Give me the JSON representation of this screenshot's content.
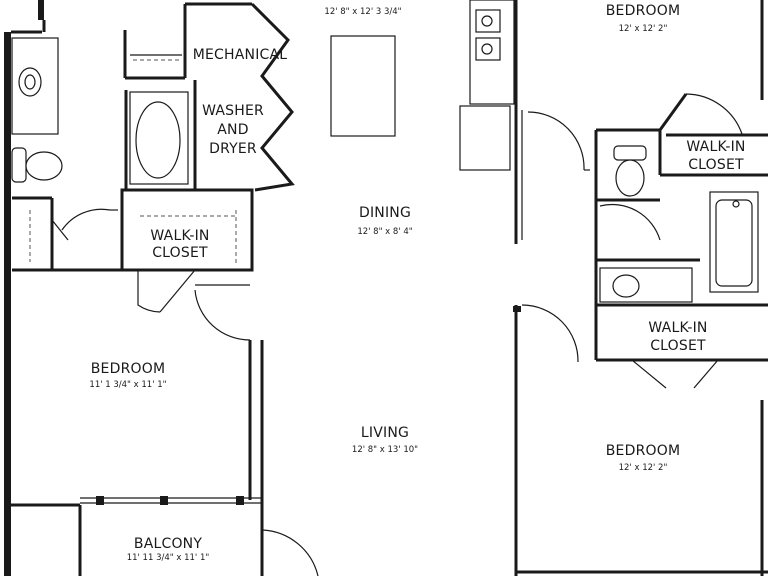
{
  "rooms": {
    "mechanical": "MECHANICAL",
    "washer_line1": "WASHER",
    "washer_line2": "AND",
    "washer_line3": "DRYER",
    "walkin_left_line1": "WALK-IN",
    "walkin_left_line2": "CLOSET",
    "dining": "DINING",
    "dining_dim": "12' 8\" x 8' 4\"",
    "kitchen_dim": "12' 8\" x 12' 3 3/4\"",
    "bedroom_left": "BEDROOM",
    "bedroom_left_dim": "11' 1 3/4\" x 11' 1\"",
    "living": "LIVING",
    "living_dim": "12' 8\" x 13' 10\"",
    "balcony": "BALCONY",
    "balcony_dim": "11' 11 3/4\" x 11' 1\"",
    "bedroom_top_right": "BEDROOM",
    "bedroom_top_right_dim": "12' x 12' 2\"",
    "walkin_right_top_line1": "WALK-IN",
    "walkin_right_top_line2": "CLOSET",
    "walkin_right_mid_line1": "WALK-IN",
    "walkin_right_mid_line2": "CLOSET",
    "bedroom_bottom_right": "BEDROOM",
    "bedroom_bottom_right_dim": "12' x 12' 2\""
  }
}
